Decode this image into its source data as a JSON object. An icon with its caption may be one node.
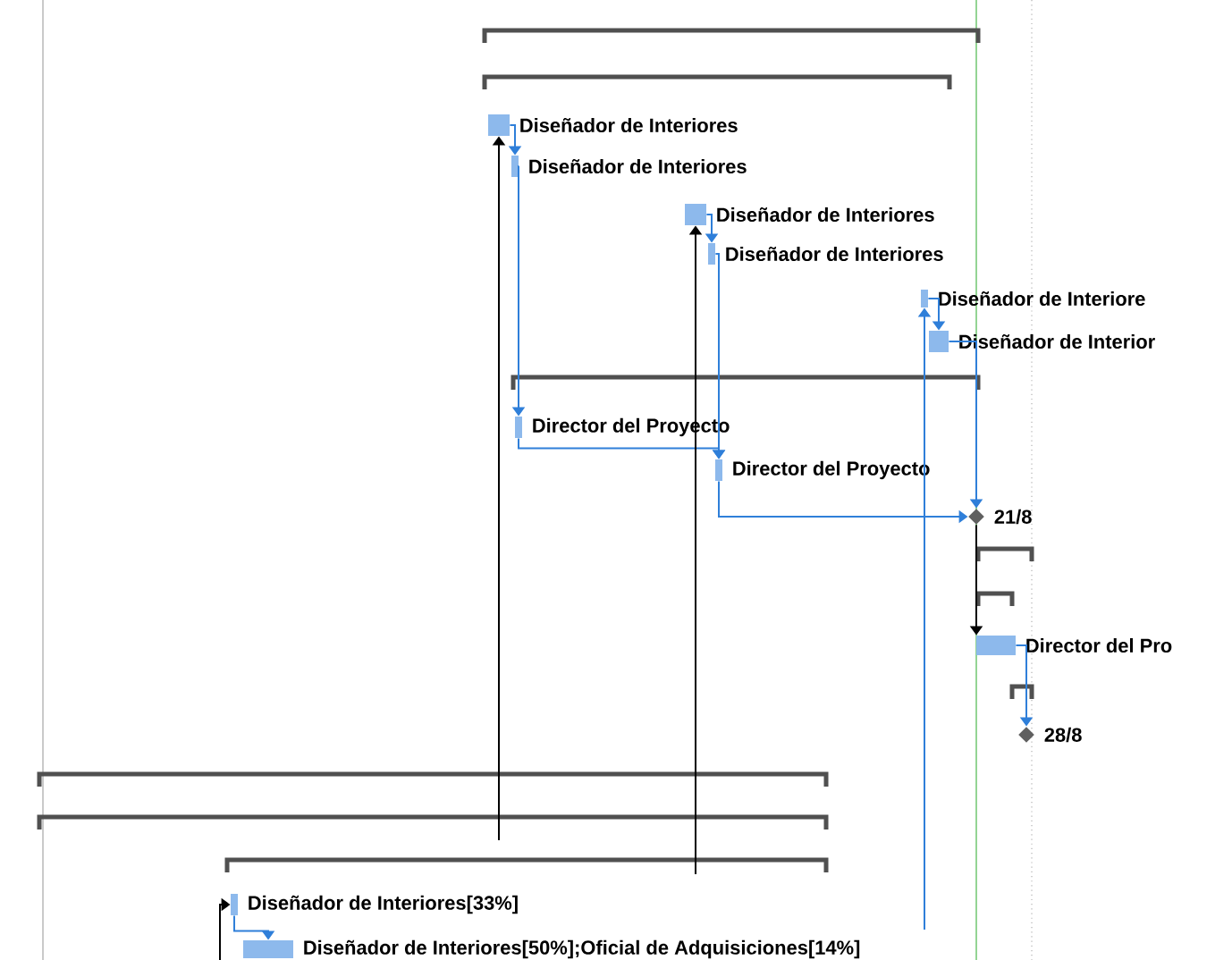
{
  "diagram": {
    "nodes": [
      {
        "text": [],
        "shape": "bar",
        "beside": [
          "Diseñador de Interiores"
        ]
      },
      {
        "text": [],
        "shape": "bar",
        "beside": [
          "Diseñador de Interiores"
        ]
      },
      {
        "text": [],
        "shape": "bar",
        "beside": [
          "Diseñador de Interiores"
        ]
      },
      {
        "text": [],
        "shape": "bar",
        "beside": [
          "Diseñador de Interiores"
        ]
      },
      {
        "text": [],
        "shape": "bar",
        "beside": [
          "Diseñador de Interiore"
        ]
      },
      {
        "text": [],
        "shape": "bar",
        "beside": [
          "Diseñador de Interior"
        ]
      },
      {
        "text": [],
        "shape": "bar",
        "beside": [
          "Director del Proyecto"
        ]
      },
      {
        "text": [],
        "shape": "bar",
        "beside": [
          "Director del Proyecto"
        ]
      },
      {
        "text": [],
        "shape": "diamond",
        "beside": [
          "21/8"
        ]
      },
      {
        "text": [],
        "shape": "bar",
        "beside": [
          "Director del Pro"
        ]
      },
      {
        "text": [],
        "shape": "diamond",
        "beside": [
          "28/8"
        ]
      },
      {
        "text": [],
        "shape": "bar",
        "beside": [
          "Diseñador de Interiores[33%]"
        ]
      },
      {
        "text": [],
        "shape": "bar",
        "beside": [
          "Diseñador de Interiores[50%];Oficial de Adquisiciones[14%]"
        ]
      }
    ],
    "edges": [
      {
        "from": 0,
        "to": 1,
        "arrow": "to"
      },
      {
        "from": 1,
        "to": 6,
        "arrow": "to"
      },
      {
        "from": 2,
        "to": 3,
        "arrow": "to"
      },
      {
        "from": 3,
        "to": 7,
        "arrow": "to"
      },
      {
        "from": 4,
        "to": 5,
        "arrow": "to"
      },
      {
        "from": 6,
        "to": 7,
        "arrow": "to"
      },
      {
        "from": 5,
        "to": 8,
        "arrow": "to"
      },
      {
        "from": 7,
        "to": 8,
        "arrow": "to"
      },
      {
        "from": 8,
        "to": 9,
        "arrow": "to",
        "color": "#000000"
      },
      {
        "from": 9,
        "to": 10,
        "arrow": "to"
      },
      {
        "from": 11,
        "to": 12,
        "arrow": "to"
      },
      {
        "from": null,
        "to": 0,
        "arrow": "to",
        "color": "#000000"
      },
      {
        "from": null,
        "to": 2,
        "arrow": "to",
        "color": "#000000"
      },
      {
        "from": null,
        "to": 4,
        "arrow": "to"
      },
      {
        "from": null,
        "to": 11,
        "arrow": "to",
        "color": "#000000"
      }
    ]
  }
}
